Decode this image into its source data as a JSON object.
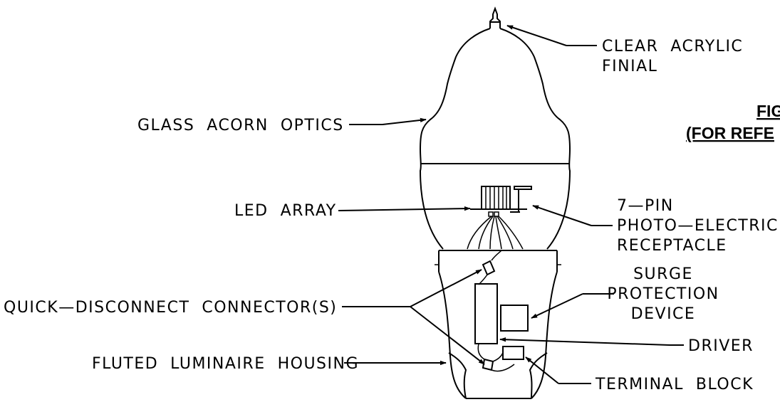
{
  "labels": {
    "finial_line1": "CLEAR  ACRYLIC",
    "finial_line2": "FINIAL",
    "glass_acorn": "GLASS  ACORN  OPTICS",
    "led_array": "LED  ARRAY",
    "photo_line1": "7—PIN",
    "photo_line2": "PHOTO—ELECTRIC",
    "photo_line3": "RECEPTACLE",
    "surge_line1": "SURGE",
    "surge_line2": "PROTECTION",
    "surge_line3": "DEVICE",
    "quick_disconnect": "QUICK—DISCONNECT  CONNECTOR(S)",
    "driver": "DRIVER",
    "fluted_housing": "FLUTED  LUMINAIRE  HOUSING",
    "terminal_block": "TERMINAL  BLOCK"
  },
  "figure_title": {
    "line1": "FIG",
    "line2": "(FOR REFE"
  },
  "colors": {
    "ink": "#000000",
    "background": "#ffffff"
  }
}
